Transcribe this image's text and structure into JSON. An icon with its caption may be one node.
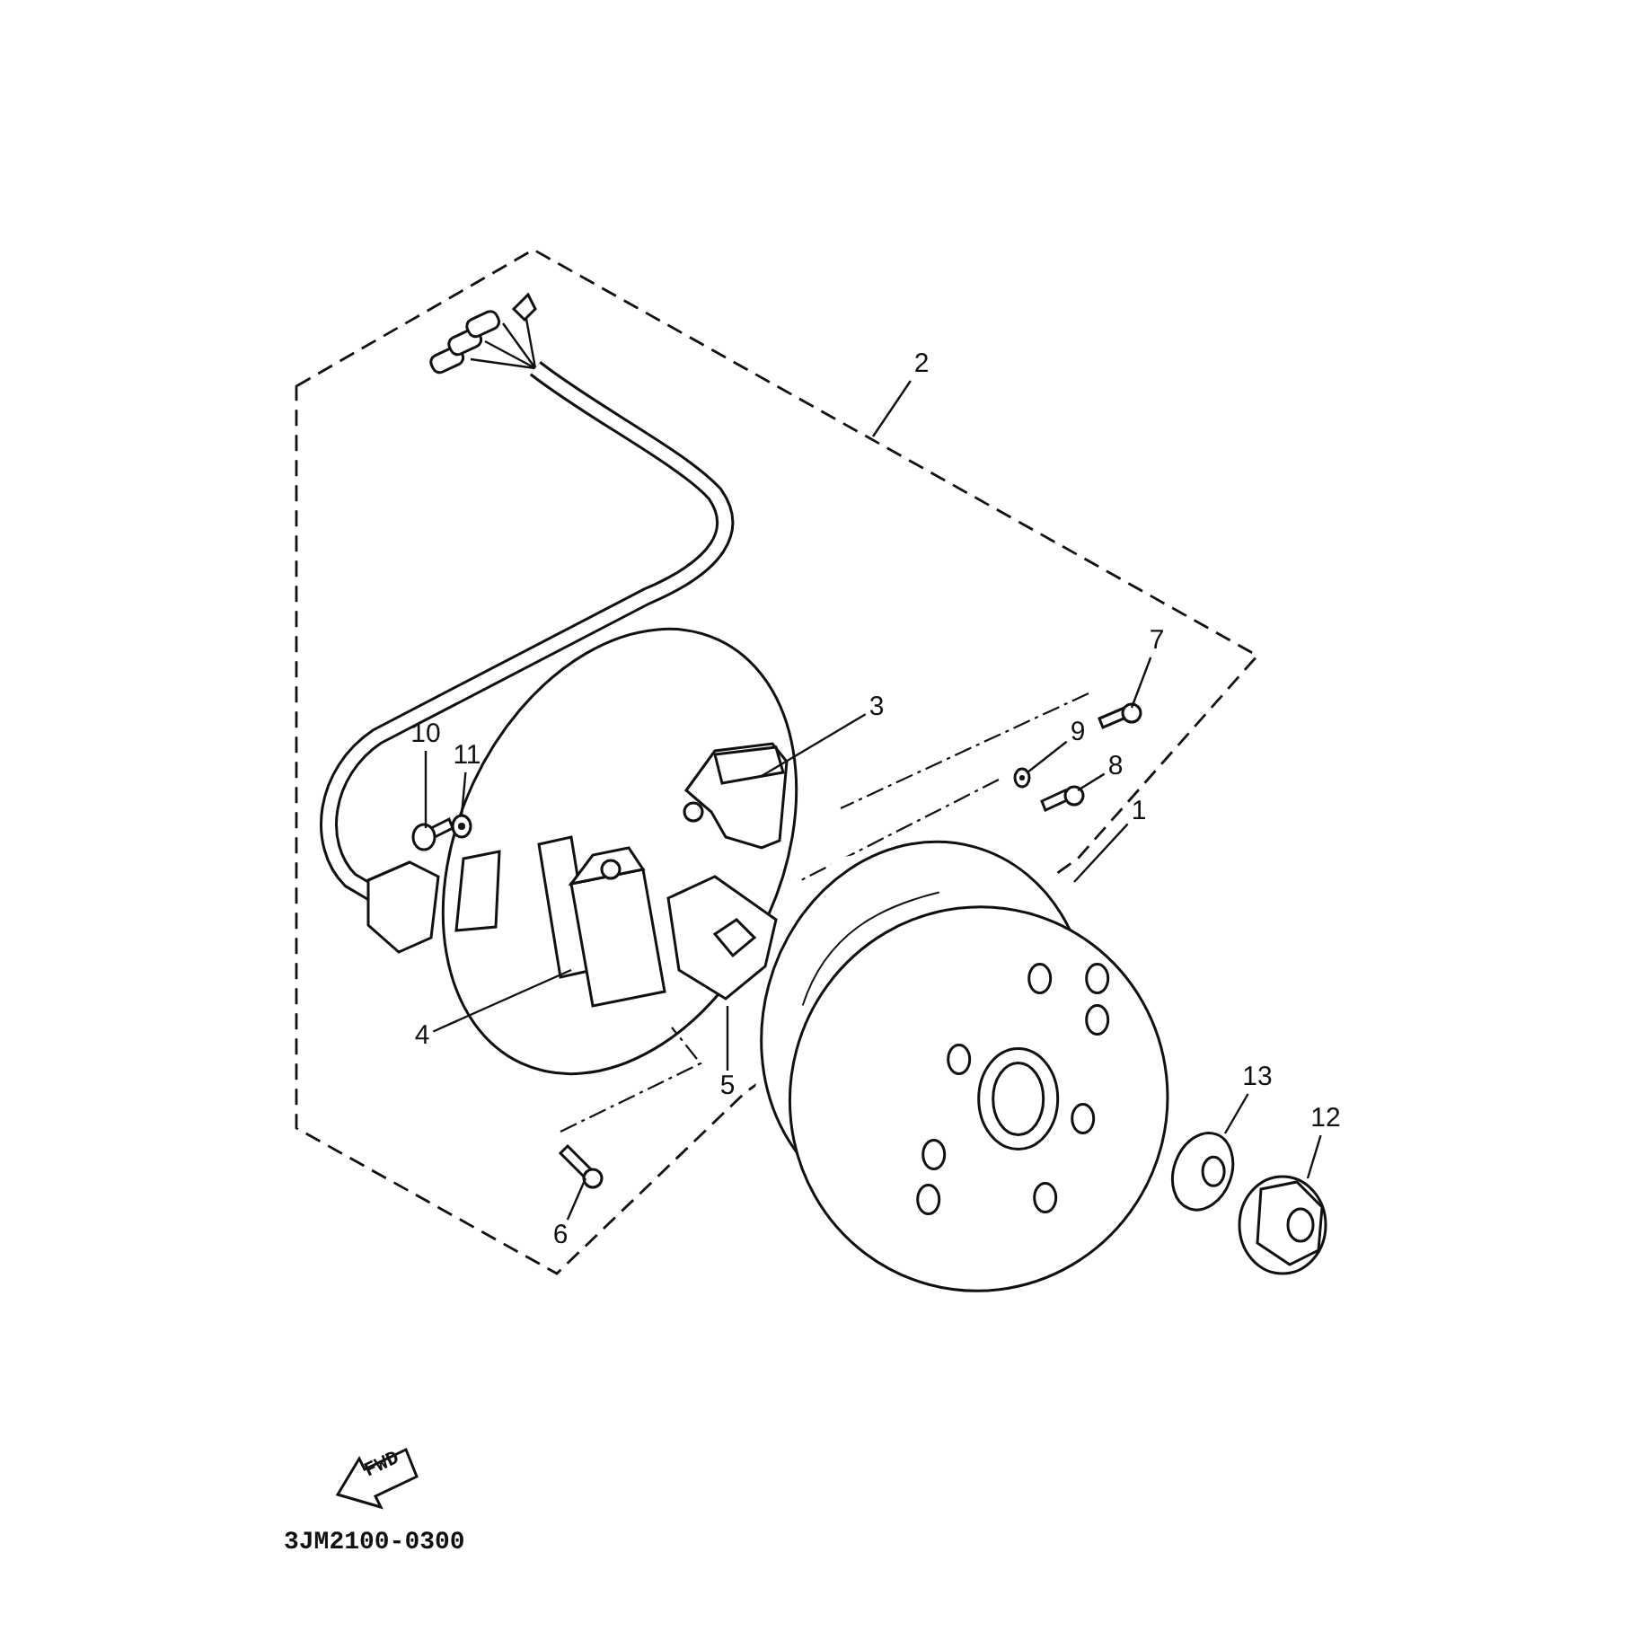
{
  "diagram": {
    "nodes": [
      {
        "text": [
          "2"
        ]
      },
      {
        "text": [],
        "shape": "box"
      },
      {
        "text": [
          "3"
        ],
        "in": 1
      },
      {
        "text": [],
        "shape": "picture",
        "in": 1
      },
      {
        "text": [
          "4"
        ],
        "in": 1
      },
      {
        "text": [],
        "shape": "picture",
        "in": 1
      },
      {
        "text": [
          "5"
        ],
        "in": 1
      },
      {
        "text": [],
        "shape": "picture",
        "in": 1
      },
      {
        "text": [
          "6"
        ],
        "in": 1
      },
      {
        "text": [],
        "shape": "picture",
        "in": 1
      },
      {
        "text": [
          "7"
        ],
        "in": 1
      },
      {
        "text": [],
        "shape": "picture",
        "in": 1
      },
      {
        "text": [
          "9"
        ],
        "in": 1
      },
      {
        "text": [],
        "shape": "picture",
        "in": 1
      },
      {
        "text": [
          "8"
        ],
        "in": 1
      },
      {
        "text": [],
        "shape": "picture",
        "in": 1
      },
      {
        "text": [
          "1"
        ]
      },
      {
        "text": [],
        "shape": "picture"
      },
      {
        "text": [
          "13"
        ]
      },
      {
        "text": [],
        "shape": "picture"
      },
      {
        "text": [
          "12"
        ]
      },
      {
        "text": [],
        "shape": "picture"
      },
      {
        "text": [
          "10"
        ],
        "in": 1
      },
      {
        "text": [],
        "shape": "picture",
        "in": 1
      },
      {
        "text": [
          "11"
        ],
        "in": 1
      },
      {
        "text": [],
        "shape": "picture",
        "in": 1
      }
    ],
    "edges": [
      {
        "from": 0,
        "to": 1,
        "arrow": "none"
      },
      {
        "from": 2,
        "to": 3,
        "arrow": "none"
      },
      {
        "from": 4,
        "to": 5,
        "arrow": "none"
      },
      {
        "from": 6,
        "to": 7,
        "arrow": "none"
      },
      {
        "from": 8,
        "to": 9,
        "arrow": "none"
      },
      {
        "from": 10,
        "to": 11,
        "arrow": "none"
      },
      {
        "from": 12,
        "to": 13,
        "arrow": "none"
      },
      {
        "from": 14,
        "to": 15,
        "arrow": "none"
      },
      {
        "from": 16,
        "to": 17,
        "arrow": "none"
      },
      {
        "from": 18,
        "to": 19,
        "arrow": "none"
      },
      {
        "from": 20,
        "to": 21,
        "arrow": "none"
      },
      {
        "from": 22,
        "to": 23,
        "arrow": "none"
      },
      {
        "from": 24,
        "to": 25,
        "arrow": "none"
      }
    ],
    "labels": [
      "FWD",
      "3JM2100-0300"
    ]
  }
}
